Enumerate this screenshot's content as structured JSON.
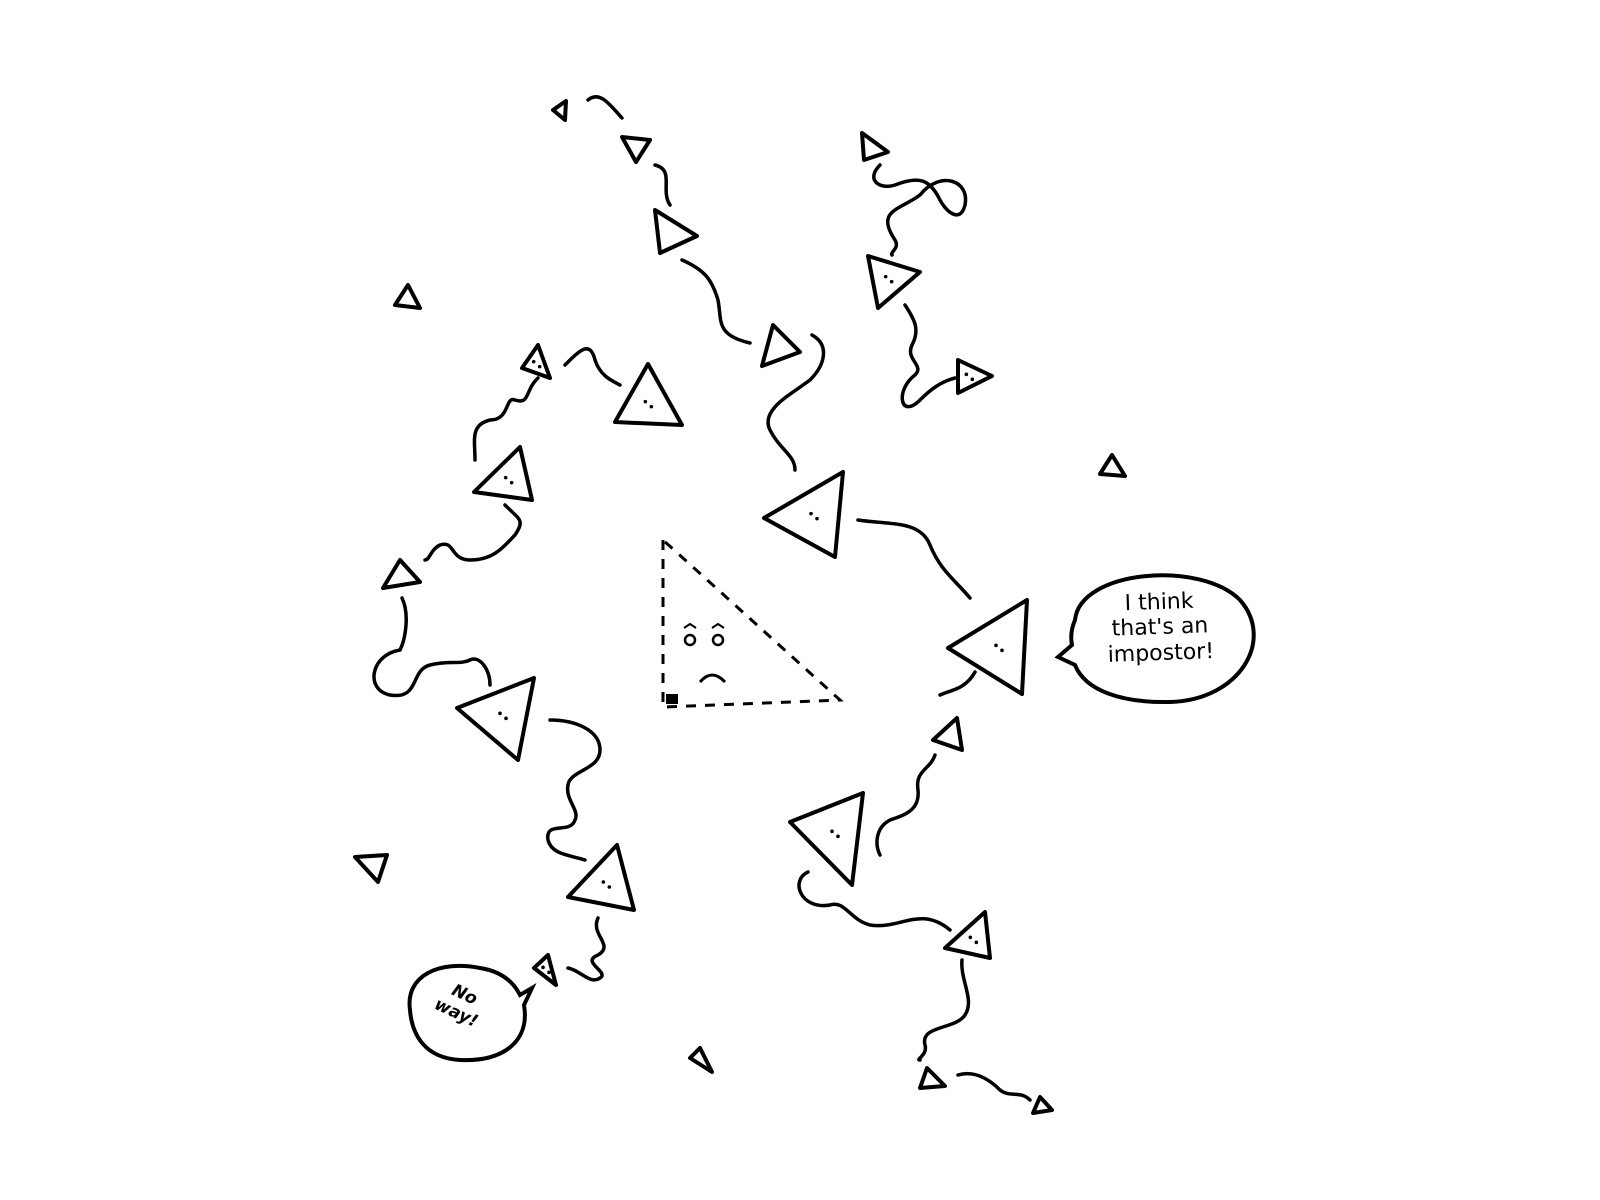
{
  "illustration": {
    "ink_color": "#000000",
    "background_color": "#ffffff",
    "speech_bubbles": [
      {
        "lines": [
          "I think",
          "that's an",
          "impostor!"
        ]
      },
      {
        "lines": [
          "No",
          "way!"
        ]
      }
    ]
  }
}
